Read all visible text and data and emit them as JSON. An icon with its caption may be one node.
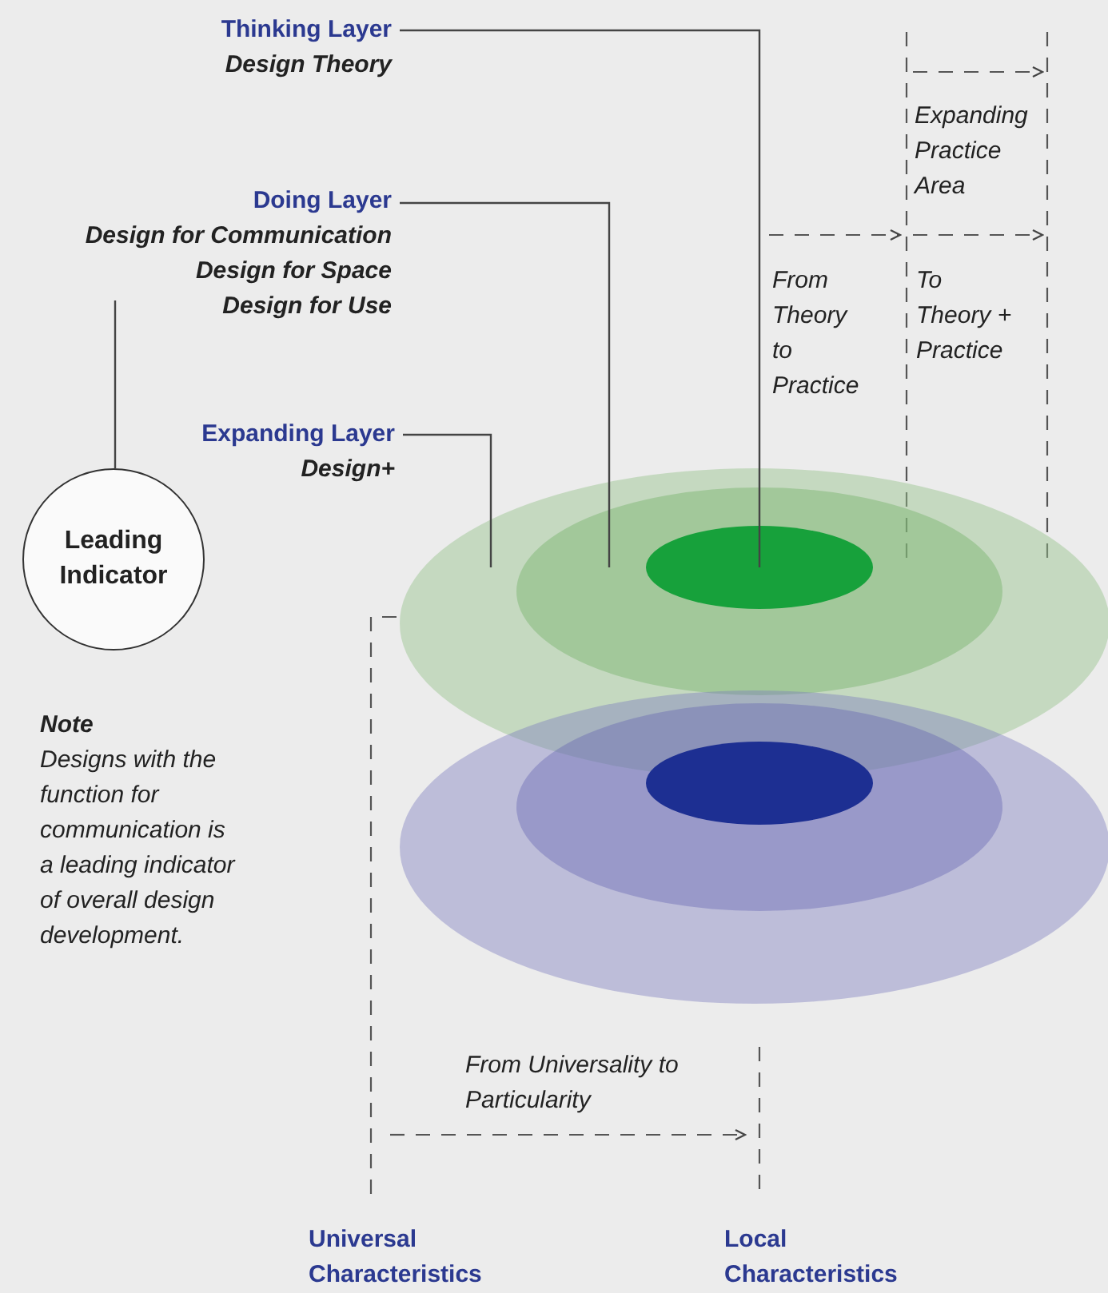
{
  "diagram": {
    "nodes": [
      {
        "text": [
          "Thinking Layer",
          "Design Theory"
        ]
      },
      {
        "text": [
          "Doing Layer",
          "Design for Communication",
          "Design for Space",
          "Design for Use"
        ]
      },
      {
        "text": [
          "Expanding Layer",
          "Design+"
        ]
      },
      {
        "text": [
          "Leading Indicator"
        ]
      },
      {
        "text": [],
        "shape": "ellipse"
      },
      {
        "text": [],
        "shape": "ellipse",
        "in": 4
      },
      {
        "text": [],
        "shape": "ellipse",
        "in": 5
      },
      {
        "text": [],
        "shape": "ellipse"
      },
      {
        "text": [],
        "shape": "ellipse",
        "in": 7
      },
      {
        "text": [],
        "shape": "ellipse",
        "in": 8
      }
    ],
    "edges": [
      {
        "from": 0,
        "to": 6,
        "arrow": "none"
      },
      {
        "from": 1,
        "to": 5,
        "arrow": "none"
      },
      {
        "from": 2,
        "to": 4,
        "arrow": "none"
      },
      {
        "from": 1,
        "to": 3,
        "arrow": "none"
      }
    ],
    "labels": [
      "Expanding Practice Area",
      "From Theory to Practice",
      "To Theory + Practice",
      "Note",
      "Designs with the function for communication is a leading indicator of overall design development.",
      "From Universality to Particularity",
      "Universal Characteristics",
      "Local Characteristics"
    ]
  }
}
